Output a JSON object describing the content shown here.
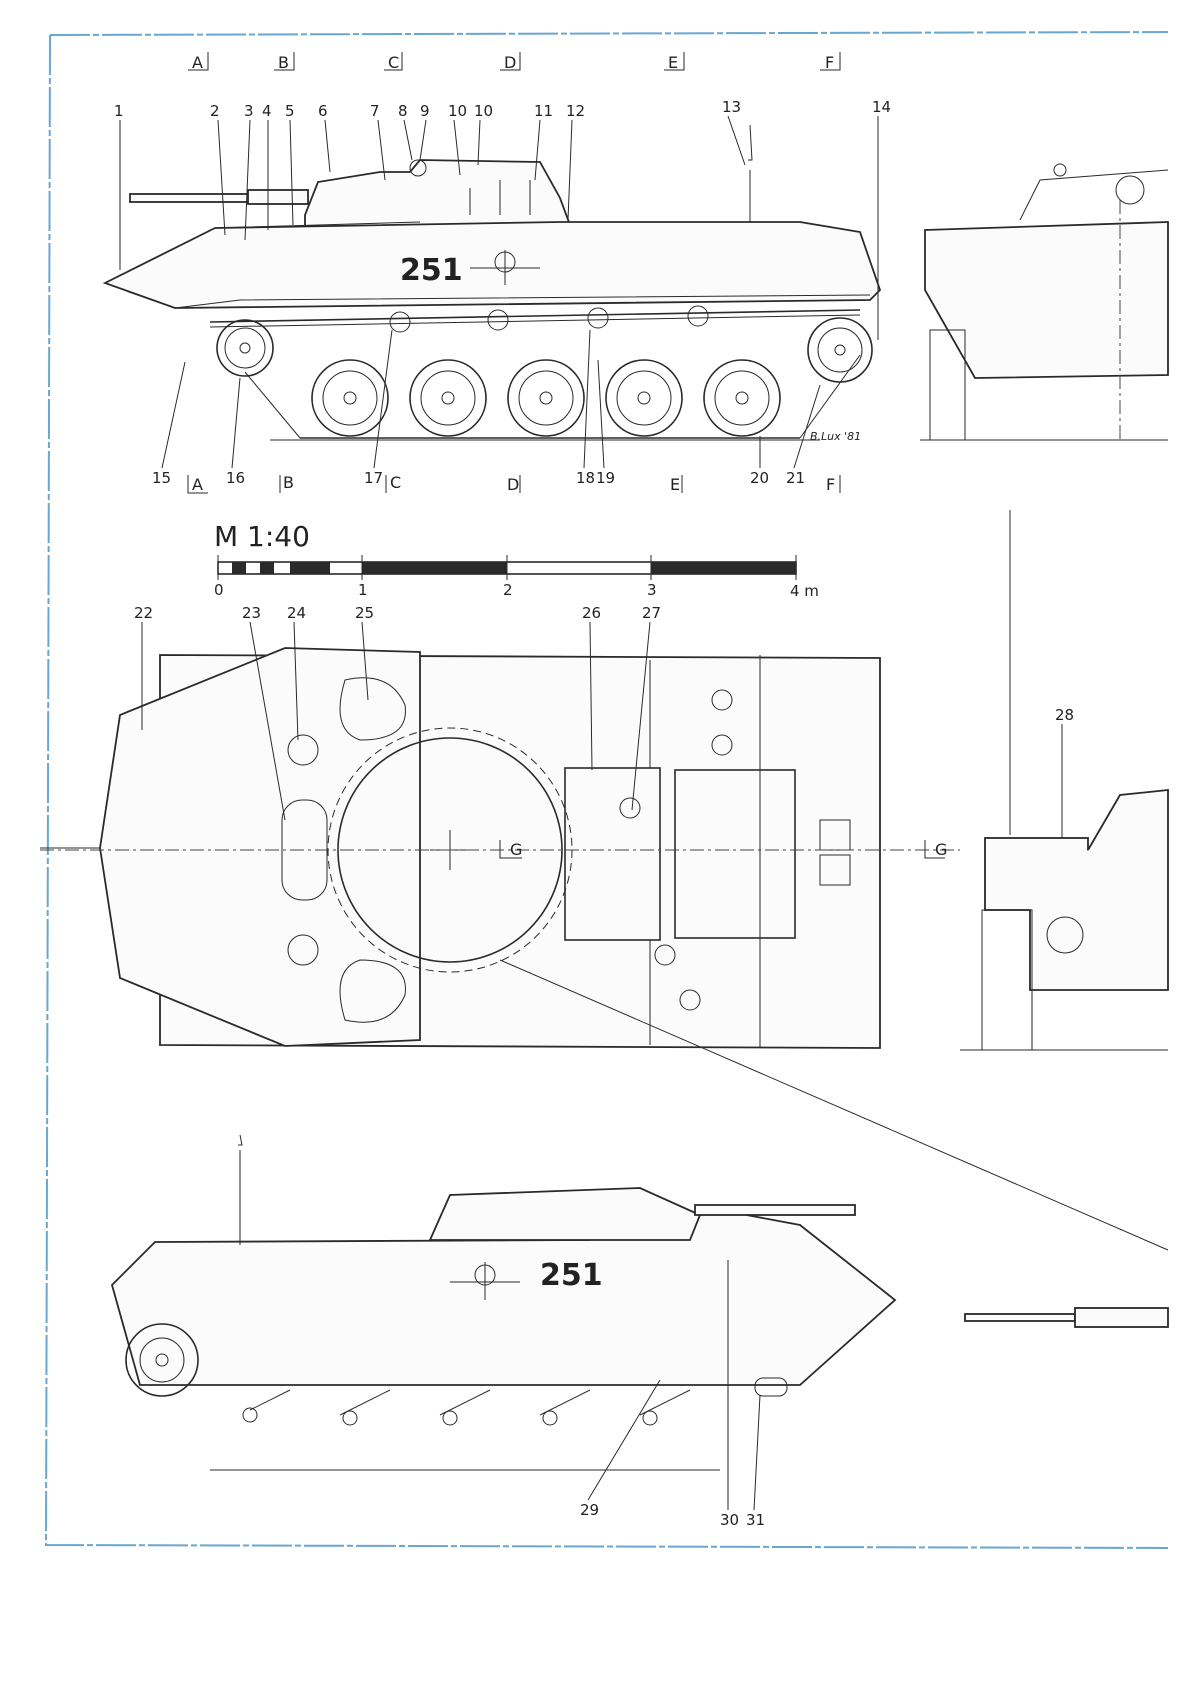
{
  "sections": [
    "A",
    "B",
    "C",
    "D",
    "E",
    "F",
    "G"
  ],
  "part_numbers": [
    "1",
    "2",
    "3",
    "4",
    "5",
    "6",
    "7",
    "8",
    "9",
    "10",
    "10",
    "11",
    "12",
    "13",
    "14",
    "15",
    "16",
    "17",
    "18",
    "19",
    "20",
    "21",
    "22",
    "23",
    "24",
    "25",
    "26",
    "27",
    "28",
    "29",
    "30",
    "31"
  ],
  "hull_number": "251",
  "signature": "B.Lux '81",
  "scale": {
    "title": "M 1:40",
    "ticks": [
      "0",
      "1",
      "2",
      "3"
    ],
    "unit_label": "4 m"
  },
  "colors": {
    "frame": "#6aa6cf",
    "ink": "#2a2a2a"
  }
}
